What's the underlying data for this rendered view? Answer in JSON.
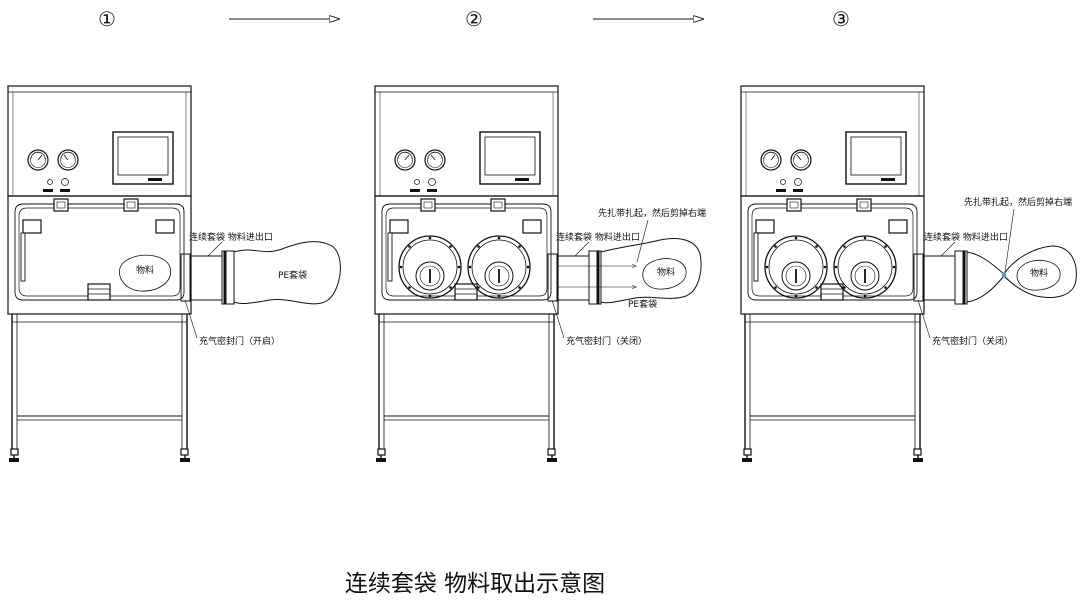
{
  "caption": "连续套袋 物料取出示意图",
  "steps": [
    {
      "number": "①",
      "labels": {
        "bag_port": "连续套袋 物料进出口",
        "bag": "PE套袋",
        "material": "物料",
        "door": "充气密封门（开启）",
        "tie": ""
      }
    },
    {
      "number": "②",
      "labels": {
        "bag_port": "连续套袋 物料进出口",
        "bag": "PE套袋",
        "material": "物料",
        "door": "充气密封门（关闭）",
        "tie": "先扎带扎起，然后剪掉右端"
      }
    },
    {
      "number": "③",
      "labels": {
        "bag_port": "连续套袋 物料进出口",
        "bag": "",
        "material": "物料",
        "door": "充气密封门（关闭）",
        "tie": "先扎带扎起，然后剪掉右端"
      }
    }
  ],
  "arrows": [
    "step1-to-step2",
    "step2-to-step3"
  ],
  "colors": {
    "line": "#111111",
    "tie_point": "#3aa0d8"
  }
}
